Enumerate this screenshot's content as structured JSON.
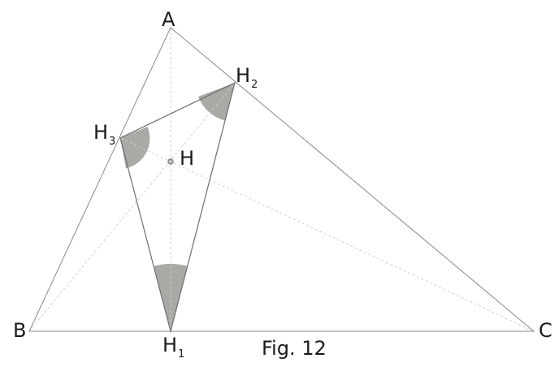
{
  "figure": {
    "caption": "Fig. 12",
    "vertices": {
      "A": {
        "letter": "A",
        "index": ""
      },
      "B": {
        "letter": "B",
        "index": ""
      },
      "C": {
        "letter": "C",
        "index": ""
      },
      "H": {
        "letter": "H",
        "index": ""
      },
      "H1": {
        "letter": "H",
        "index": "1"
      },
      "H2": {
        "letter": "H",
        "index": "2"
      },
      "H3": {
        "letter": "H",
        "index": "3"
      }
    },
    "colors": {
      "triangle_edges": "#8a8a8a",
      "orthic_edges": "#6e6e6e",
      "altitudes": "#cfcfcf",
      "angle_marks": "#a9aaa6",
      "text": "#1a1a1a"
    }
  }
}
